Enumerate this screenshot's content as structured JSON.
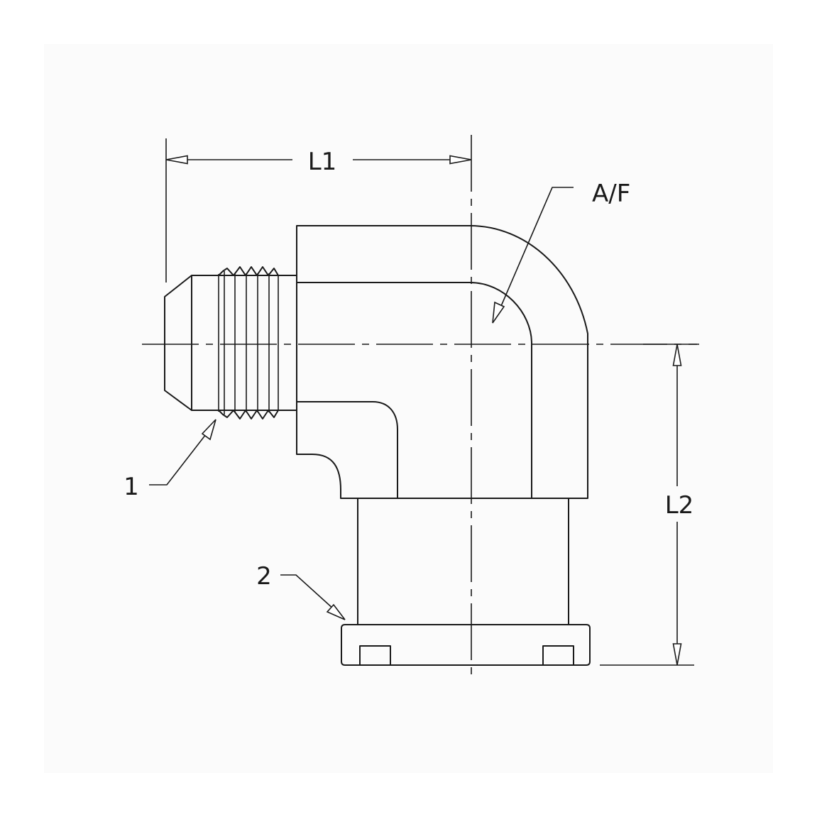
{
  "drawing": {
    "dimension_l1": "L1",
    "dimension_l2": "L2",
    "across_flats": "A/F",
    "callout_1": "1",
    "callout_2": "2"
  }
}
